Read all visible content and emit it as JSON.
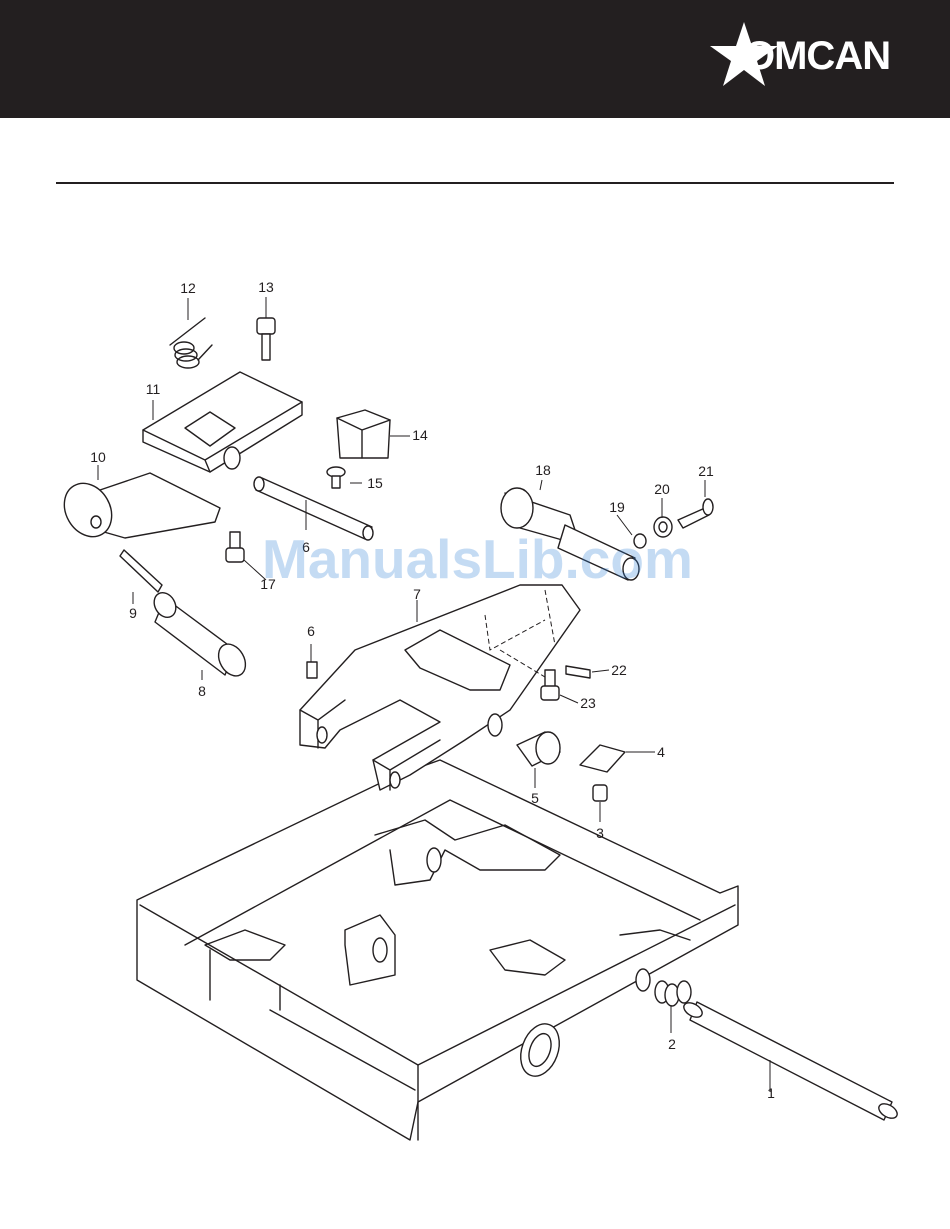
{
  "header": {
    "brand_name": "OMCAN",
    "background_color": "#231f20",
    "logo_icon": "star-logo-icon"
  },
  "watermark": {
    "text": "ManualsLib.com"
  },
  "diagram": {
    "callouts": [
      "1",
      "2",
      "3",
      "4",
      "5",
      "6",
      "6",
      "7",
      "8",
      "9",
      "10",
      "11",
      "12",
      "13",
      "14",
      "15",
      "17",
      "18",
      "19",
      "20",
      "21",
      "22",
      "23"
    ]
  }
}
